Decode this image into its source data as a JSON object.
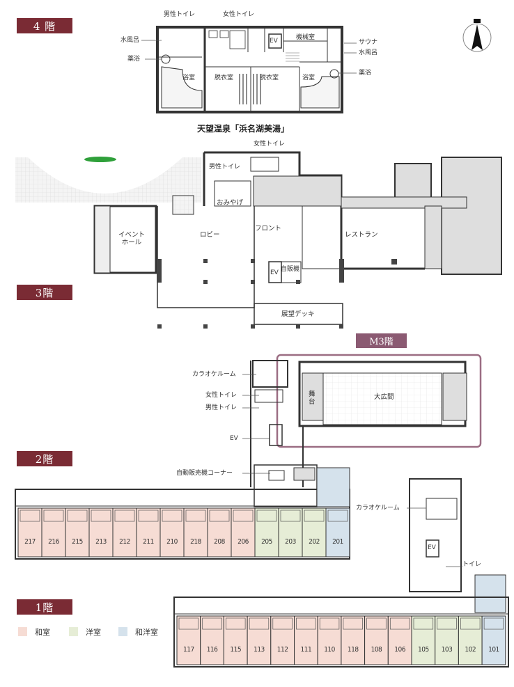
{
  "floors": {
    "f4": "4 階",
    "f3": "3階",
    "m3": "M3階",
    "f2": "2階",
    "f1": "1階"
  },
  "floor4": {
    "bath_title": "天望温泉「浜名湖美湯」",
    "labels": {
      "men_toilet": "男性トイレ",
      "women_toilet": "女性トイレ",
      "water_bath_left": "水風呂",
      "herbal_bath_left": "薬浴",
      "ev": "EV",
      "machine_room": "機械室",
      "sauna": "サウナ",
      "water_bath_right": "水風呂",
      "herbal_bath_right": "薬浴",
      "bath_left": "浴室",
      "changing_left": "脱衣室",
      "changing_right": "脱衣室",
      "bath_right": "浴室"
    }
  },
  "floor3": {
    "labels": {
      "women_toilet": "女性トイレ",
      "men_toilet": "男性トイレ",
      "souvenir": "おみやげ",
      "front": "フロント",
      "event_hall": "イベント\nホール",
      "lobby": "ロビー",
      "restaurant": "レストラン",
      "ev": "EV",
      "vending": "自販機",
      "deck": "展望デッキ"
    }
  },
  "floorM3": {
    "labels": {
      "karaoke": "カラオケルーム",
      "women_toilet": "女性トイレ",
      "men_toilet": "男性トイレ",
      "ev": "EV",
      "stage": "舞\n台",
      "great_hall": "大広間"
    }
  },
  "floor2": {
    "labels": {
      "vending_corner": "自動販売機コーナー"
    },
    "rooms": [
      {
        "num": "217",
        "type": "washitsu"
      },
      {
        "num": "216",
        "type": "washitsu"
      },
      {
        "num": "215",
        "type": "washitsu"
      },
      {
        "num": "213",
        "type": "washitsu"
      },
      {
        "num": "212",
        "type": "washitsu"
      },
      {
        "num": "211",
        "type": "washitsu"
      },
      {
        "num": "210",
        "type": "washitsu"
      },
      {
        "num": "218",
        "type": "washitsu"
      },
      {
        "num": "208",
        "type": "washitsu"
      },
      {
        "num": "206",
        "type": "washitsu"
      },
      {
        "num": "205",
        "type": "yoshitsu"
      },
      {
        "num": "203",
        "type": "yoshitsu"
      },
      {
        "num": "202",
        "type": "yoshitsu"
      },
      {
        "num": "201",
        "type": "wayoshitsu"
      }
    ]
  },
  "floor1": {
    "labels": {
      "karaoke": "カラオケルーム",
      "ev": "EV",
      "toilet": "トイレ"
    },
    "rooms": [
      {
        "num": "117",
        "type": "washitsu"
      },
      {
        "num": "116",
        "type": "washitsu"
      },
      {
        "num": "115",
        "type": "washitsu"
      },
      {
        "num": "113",
        "type": "washitsu"
      },
      {
        "num": "112",
        "type": "washitsu"
      },
      {
        "num": "111",
        "type": "washitsu"
      },
      {
        "num": "110",
        "type": "washitsu"
      },
      {
        "num": "118",
        "type": "washitsu"
      },
      {
        "num": "108",
        "type": "washitsu"
      },
      {
        "num": "106",
        "type": "washitsu"
      },
      {
        "num": "105",
        "type": "yoshitsu"
      },
      {
        "num": "103",
        "type": "yoshitsu"
      },
      {
        "num": "102",
        "type": "yoshitsu"
      },
      {
        "num": "101",
        "type": "wayoshitsu"
      }
    ]
  },
  "legend": [
    {
      "label": "和室",
      "color": "#f6dcd4"
    },
    {
      "label": "洋室",
      "color": "#e6edd6"
    },
    {
      "label": "和洋室",
      "color": "#d5e2ec"
    }
  ],
  "colors": {
    "washitsu": "#f6dcd4",
    "yoshitsu": "#e6edd6",
    "wayoshitsu": "#d5e2ec",
    "wall": "#333333",
    "badge": "#7a2b34",
    "m3_outline": "#9b6d83",
    "green": "#2fa03a"
  }
}
